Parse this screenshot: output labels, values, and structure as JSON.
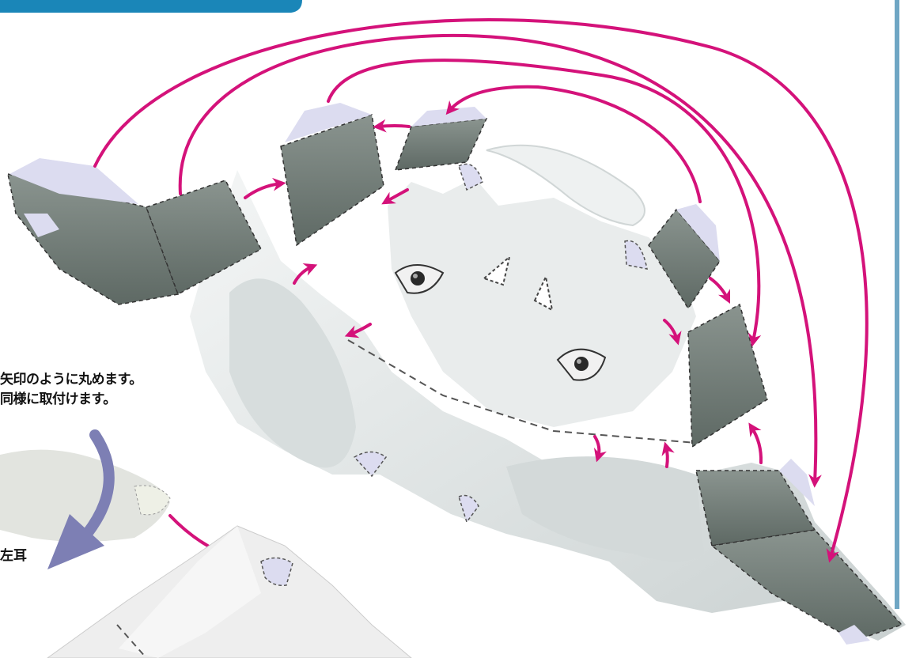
{
  "instructions": {
    "line1": "矢印のように丸めます。",
    "line2": "同様に取付けます。"
  },
  "ear_label": "左耳",
  "colors": {
    "banner": "#1a86b8",
    "rule": "#6fa6c4",
    "arrow": "#d4127a",
    "roll_arrow": "#7d7fb4",
    "panel": "#6f7a74",
    "face": "#e4e8e8",
    "glue_tab": "#dcdcf0"
  },
  "icons": {
    "assembly_arrow": "curved-arrow-icon",
    "roll_arrow": "roll-arrow-icon"
  }
}
